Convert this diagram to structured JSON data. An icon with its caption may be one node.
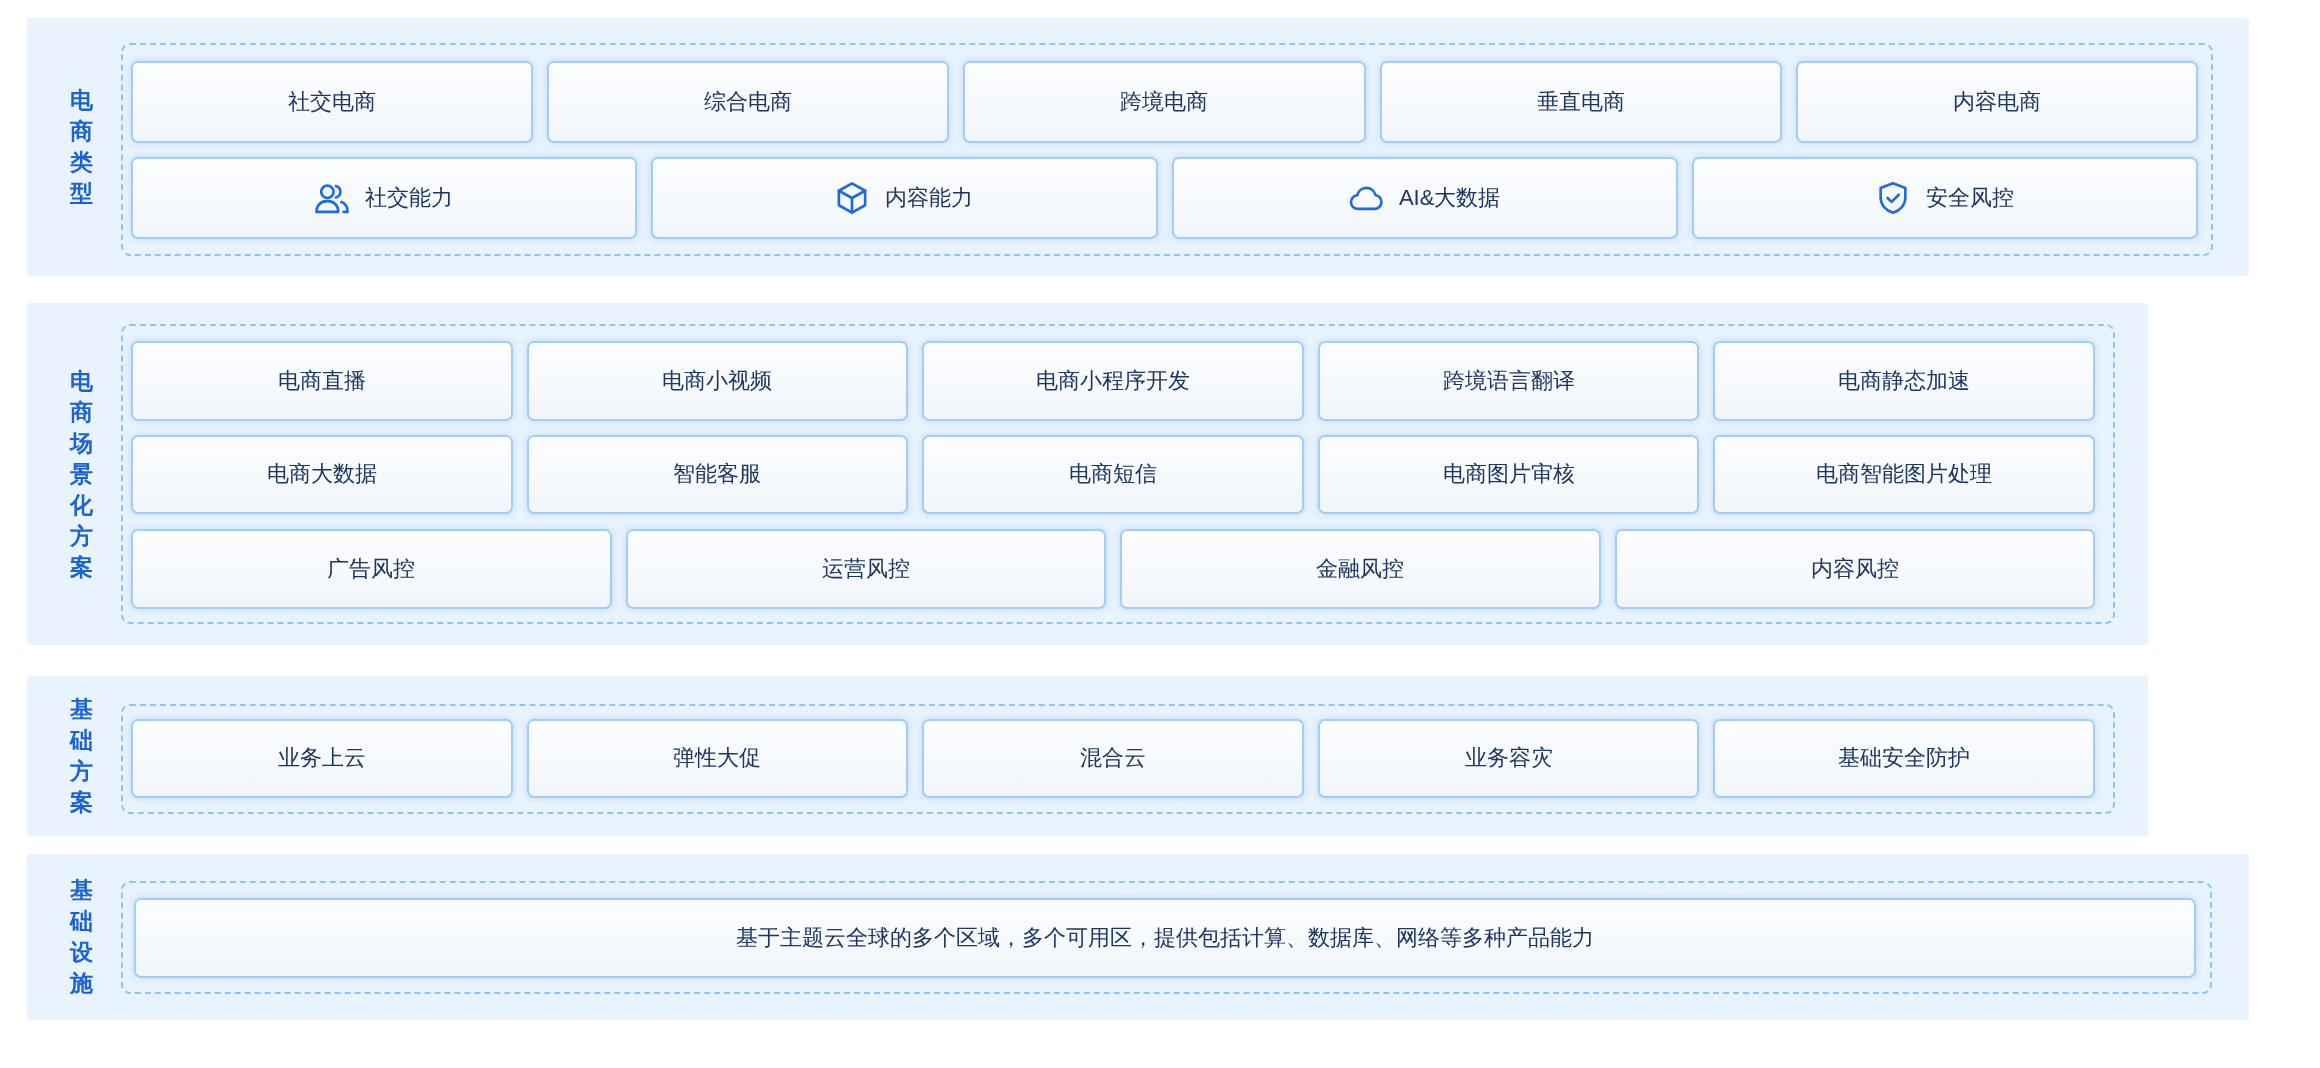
{
  "diagram": {
    "nodes": [
      {
        "text": [
          "电商类型"
        ]
      },
      {
        "text": [
          "社交电商"
        ],
        "in": 0
      },
      {
        "text": [
          "综合电商"
        ],
        "in": 0
      },
      {
        "text": [
          "跨境电商"
        ],
        "in": 0
      },
      {
        "text": [
          "垂直电商"
        ],
        "in": 0
      },
      {
        "text": [
          "内容电商"
        ],
        "in": 0
      },
      {
        "text": [
          "社交能力"
        ],
        "in": 0
      },
      {
        "text": [
          "内容能力"
        ],
        "in": 0
      },
      {
        "text": [
          "AI&大数据"
        ],
        "in": 0
      },
      {
        "text": [
          "安全风控"
        ],
        "in": 0
      },
      {
        "text": [
          "电商场景化方案"
        ]
      },
      {
        "text": [
          "电商直播"
        ],
        "in": 10
      },
      {
        "text": [
          "电商小视频"
        ],
        "in": 10
      },
      {
        "text": [
          "电商小程序开发"
        ],
        "in": 10
      },
      {
        "text": [
          "跨境语言翻译"
        ],
        "in": 10
      },
      {
        "text": [
          "电商静态加速"
        ],
        "in": 10
      },
      {
        "text": [
          "电商大数据"
        ],
        "in": 10
      },
      {
        "text": [
          "智能客服"
        ],
        "in": 10
      },
      {
        "text": [
          "电商短信"
        ],
        "in": 10
      },
      {
        "text": [
          "电商图片审核"
        ],
        "in": 10
      },
      {
        "text": [
          "电商智能图片处理"
        ],
        "in": 10
      },
      {
        "text": [
          "广告风控"
        ],
        "in": 10
      },
      {
        "text": [
          "运营风控"
        ],
        "in": 10
      },
      {
        "text": [
          "金融风控"
        ],
        "in": 10
      },
      {
        "text": [
          "内容风控"
        ],
        "in": 10
      },
      {
        "text": [
          "基础方案"
        ]
      },
      {
        "text": [
          "业务上云"
        ],
        "in": 25
      },
      {
        "text": [
          "弹性大促"
        ],
        "in": 25
      },
      {
        "text": [
          "混合云"
        ],
        "in": 25
      },
      {
        "text": [
          "业务容灾"
        ],
        "in": 25
      },
      {
        "text": [
          "基础安全防护"
        ],
        "in": 25
      },
      {
        "text": [
          "基础设施"
        ]
      },
      {
        "text": [
          "基于主题云全球的多个区域，多个可用区，提供包括计算、数据库、网络等多种产品能力"
        ],
        "in": 31
      }
    ]
  }
}
